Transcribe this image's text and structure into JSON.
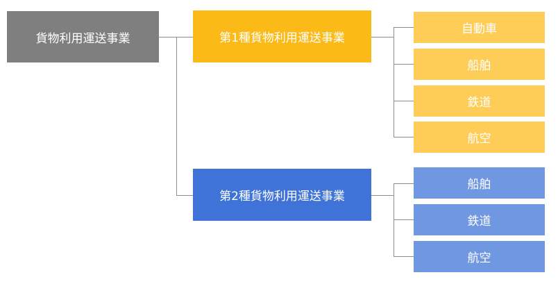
{
  "root": {
    "label": "貨物利用運送事業"
  },
  "categories": [
    {
      "label": "第1種貨物利用運送事業",
      "children": [
        "自動車",
        "船舶",
        "鉄道",
        "航空"
      ]
    },
    {
      "label": "第2種貨物利用運送事業",
      "children": [
        "船舶",
        "鉄道",
        "航空"
      ]
    }
  ],
  "colors": {
    "root": "#7f7f7f",
    "category1": "#fbba17",
    "category1_leaf": "#fdcd57",
    "category2": "#3f73d8",
    "category2_leaf": "#7097e2",
    "connector": "#8c8c8c"
  }
}
